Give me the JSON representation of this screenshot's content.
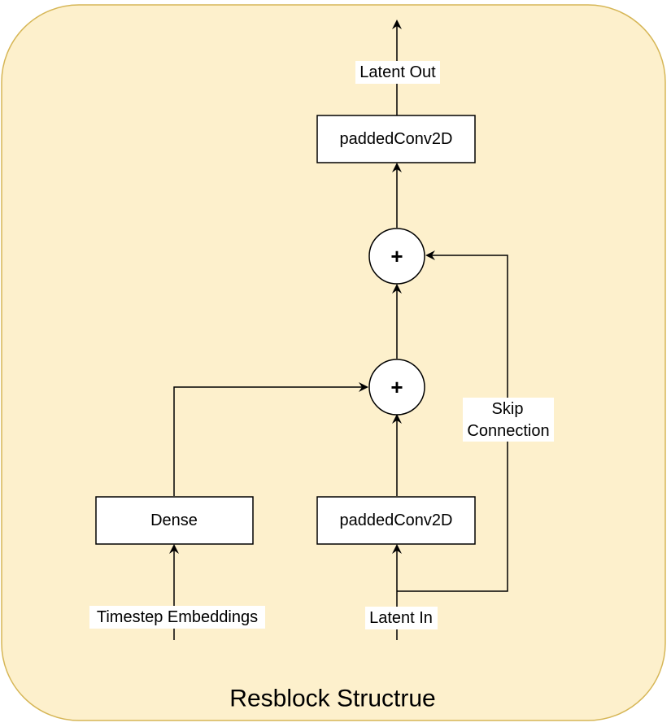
{
  "diagram": {
    "title": "Resblock Structrue",
    "colors": {
      "background": "#fdf0cc",
      "border": "#d6b656",
      "stroke": "#000000",
      "box_fill": "#ffffff"
    },
    "nodes": {
      "dense": "Dense",
      "conv_bottom": "paddedConv2D",
      "conv_top": "paddedConv2D",
      "add_bottom": "+",
      "add_top": "+"
    },
    "edge_labels": {
      "timestep": "Timestep Embeddings",
      "latent_in": "Latent In",
      "latent_out": "Latent Out",
      "skip_line1": "Skip",
      "skip_line2": "Connection"
    }
  }
}
